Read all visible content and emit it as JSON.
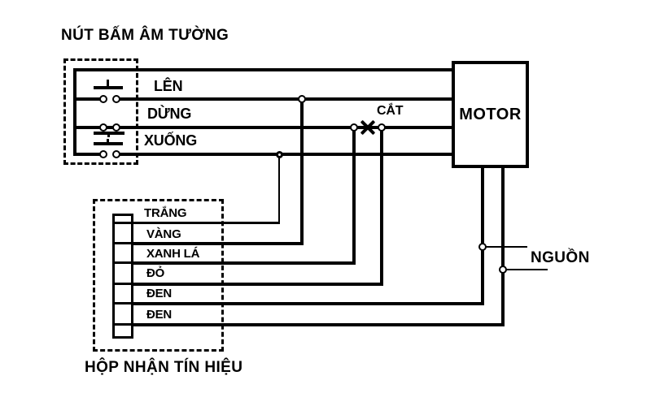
{
  "wall_switch": {
    "title": "NÚT BẤM ÂM TƯỜNG",
    "buttons": [
      {
        "label": "LÊN",
        "symbol": "normally-open push button"
      },
      {
        "label": "DỪNG",
        "symbol": "normally-closed push button"
      },
      {
        "label": "XUỐNG",
        "symbol": "normally-open push button"
      }
    ]
  },
  "cut": {
    "label": "CẮT",
    "symbol": "x-break on DỪNG line between two tap nodes"
  },
  "motor": {
    "label": "MOTOR"
  },
  "power": {
    "label": "NGUỒN"
  },
  "receiver": {
    "title": "HỘP NHẬN TÍN HIỆU",
    "wires": [
      {
        "label": "TRẮNG",
        "connects_to": "XUỐNG line node"
      },
      {
        "label": "VÀNG",
        "connects_to": "LÊN line node"
      },
      {
        "label": "XANH LÁ",
        "connects_to": "CẮT left node (DỪNG line)"
      },
      {
        "label": "ĐỎ",
        "connects_to": "CẮT right node (DỪNG line)"
      },
      {
        "label": "ĐEN",
        "connects_to": "MOTOR leg / NGUỒN tap 1"
      },
      {
        "label": "ĐEN",
        "connects_to": "MOTOR leg / NGUỒN tap 2"
      }
    ]
  },
  "colors": {
    "line": "#000000",
    "background": "#ffffff"
  }
}
